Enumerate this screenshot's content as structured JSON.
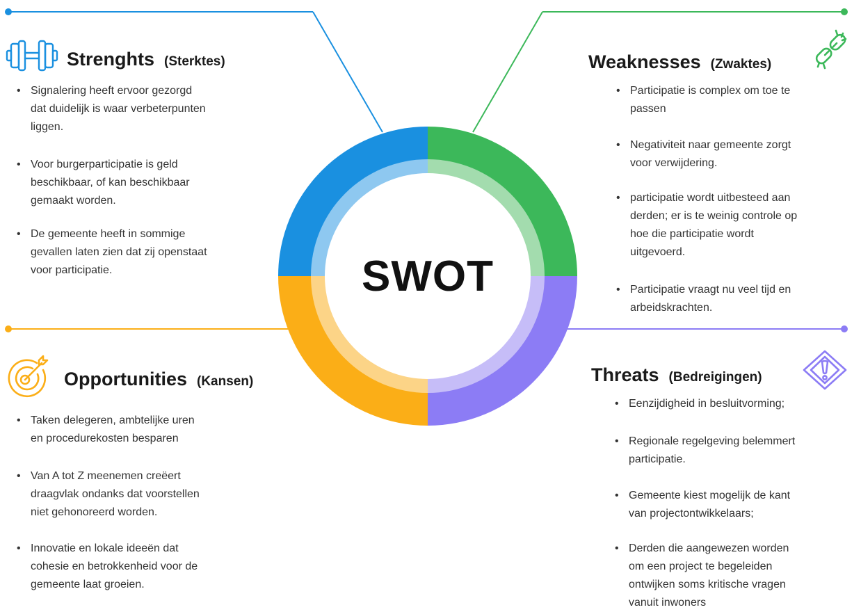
{
  "center": {
    "label": "SWOT"
  },
  "colors": {
    "strengths": "#1a90e0",
    "strengths_light": "#8ec8f0",
    "weaknesses": "#3cb85a",
    "weaknesses_light": "#a3dcae",
    "opportunities": "#fbae17",
    "opportunities_light": "#fcd487",
    "threats": "#8c7cf5",
    "threats_light": "#c6bdf8"
  },
  "strengths": {
    "title": "Strenghts",
    "subtitle": "(Sterktes)",
    "icon": "dumbbell-icon",
    "items": [
      "Signalering heeft ervoor gezorgd",
      "dat duidelijk is waar verbeterpunten",
      "liggen.",
      "Voor burgerparticipatie is geld",
      "beschikbaar, of kan beschikbaar",
      "gemaakt worden.",
      "De gemeente heeft in sommige",
      "gevallen laten zien dat zij openstaat",
      "voor participatie."
    ]
  },
  "weaknesses": {
    "title": "Weaknesses",
    "subtitle": "(Zwaktes)",
    "icon": "broken-link-icon",
    "items": [
      "Participatie is complex om toe te",
      "passen",
      "Negativiteit naar gemeente zorgt",
      "voor verwijdering.",
      "participatie wordt uitbesteed aan",
      "derden; er is te weinig controle op",
      "hoe die participatie wordt",
      "uitgevoerd.",
      "Participatie vraagt nu veel tijd en",
      "arbeidskrachten."
    ]
  },
  "opportunities": {
    "title": "Opportunities",
    "subtitle": "(Kansen)",
    "icon": "target-icon",
    "items": [
      "Taken delegeren, ambtelijke uren",
      "en procedurekosten besparen",
      "Van A tot Z meenemen creëert",
      "draagvlak ondanks dat voorstellen",
      "niet gehonoreerd worden.",
      "Innovatie en lokale ideeën dat",
      "cohesie en betrokkenheid voor de",
      "gemeente laat groeien."
    ]
  },
  "threats": {
    "title": "Threats",
    "subtitle": "(Bedreigingen)",
    "icon": "warning-diamond-icon",
    "items": [
      "Eenzijdigheid in besluitvorming;",
      "Regionale regelgeving belemmert",
      "participatie.",
      "Gemeente kiest mogelijk de kant",
      "van projectontwikkelaars;",
      "Derden die aangewezen worden",
      "om een project te begeleiden",
      "ontwijken soms kritische vragen",
      "vanuit inwoners"
    ]
  }
}
